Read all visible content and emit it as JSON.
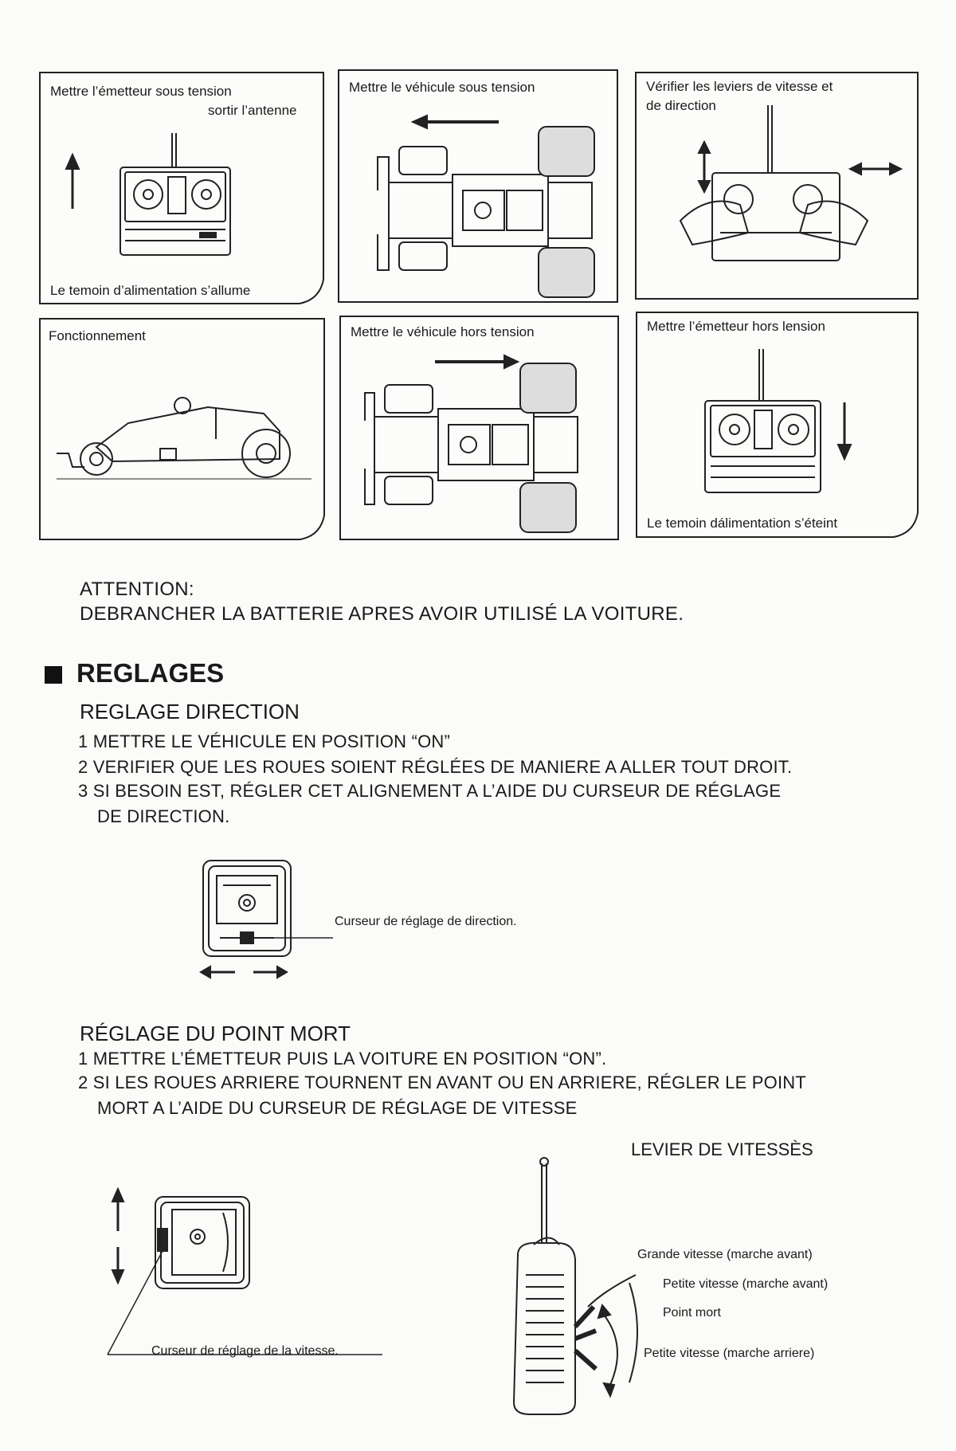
{
  "panels": [
    {
      "top": "Mettre l’émetteur sous tension",
      "top2": "sortir l’antenne",
      "bottom": "Le temoin d’alimentation s’allume"
    },
    {
      "top": "Mettre le  véhicule  sous tension"
    },
    {
      "top": "Vérifier les leviers de vitesse et",
      "top2": "de direction"
    },
    {
      "top": "Fonctionnement"
    },
    {
      "top": "Mettre le véhicule hors tension"
    },
    {
      "top": "Mettre l’émetteur hors lension",
      "bottom": "Le temoin dálimentation s’éteint"
    }
  ],
  "attention": {
    "title": "ATTENTION:",
    "text": "DEBRANCHER LA BATTERIE APRES AVOIR UTILISÉ LA VOITURE."
  },
  "reglages": {
    "heading": "REGLAGES",
    "direction": {
      "title": "REGLAGE DIRECTION",
      "steps": [
        "1 METTRE LE VÉHICULE EN POSITION “ON”",
        "2 VERIFIER QUE LES ROUES SOIENT RÉGLÉES DE MANIERE A ALLER TOUT DROIT.",
        "3 SI BESOIN EST, RÉGLER CET ALIGNEMENT A L’AIDE DU CURSEUR DE RÉGLAGE",
        "DE DIRECTION."
      ],
      "callout": "Curseur de réglage de direction."
    },
    "point_mort": {
      "title": "RÉGLAGE DU POINT MORT",
      "steps": [
        "1 METTRE L’ÉMETTEUR PUIS LA VOITURE EN POSITION “ON”.",
        "2 SI LES ROUES ARRIERE TOURNENT EN AVANT OU EN ARRIERE, RÉGLER LE POINT",
        "MORT A L’AIDE DU CURSEUR DE RÉGLAGE DE VITESSE"
      ],
      "callout": "Curseur de réglage de la vitesse.",
      "lever_title": "LEVIER DE VITESSÈS",
      "lever_labels": [
        "Grande vitesse (marche avant)",
        "Petite vitesse (marche avant)",
        "Point mort",
        "Petite vitesse (marche arriere)"
      ]
    }
  }
}
